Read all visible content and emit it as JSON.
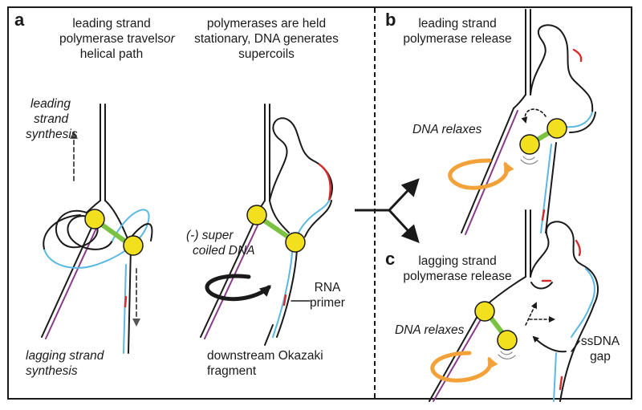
{
  "panels": {
    "a": {
      "letter": "a",
      "heading_left": [
        "leading strand",
        "polymerase travels",
        "helical path"
      ],
      "connector": "or",
      "heading_right": [
        "polymerases are held",
        "stationary, DNA generates",
        "supercoils"
      ],
      "leading_label": [
        "leading",
        "strand",
        "synthesis"
      ],
      "lagging_label": [
        "lagging strand",
        "synthesis"
      ],
      "supercoil_label": [
        "(-) super",
        "coiled DNA"
      ],
      "rna_label": [
        "RNA",
        "primer"
      ],
      "okazaki_label": [
        "downstream Okazaki",
        "fragment"
      ]
    },
    "b": {
      "letter": "b",
      "heading": [
        "leading strand",
        "polymerase release"
      ],
      "relax_label": "DNA relaxes"
    },
    "c": {
      "letter": "c",
      "heading": [
        "lagging strand",
        "polymerase release"
      ],
      "relax_label": "DNA relaxes",
      "gap_label": [
        "ssDNA",
        "gap"
      ]
    }
  },
  "colors": {
    "strand": "#1a1a1a",
    "nascent_lagging": "#5bb8e0",
    "nascent_leading": "#8a3a8a",
    "rna_primer": "#d62b2b",
    "polymerase": "#f2df1e",
    "linker": "#7cc242",
    "rotation_black": "#1a1a1a",
    "rotation_orange": "#f3a23a",
    "arrow_grey": "#555555"
  }
}
